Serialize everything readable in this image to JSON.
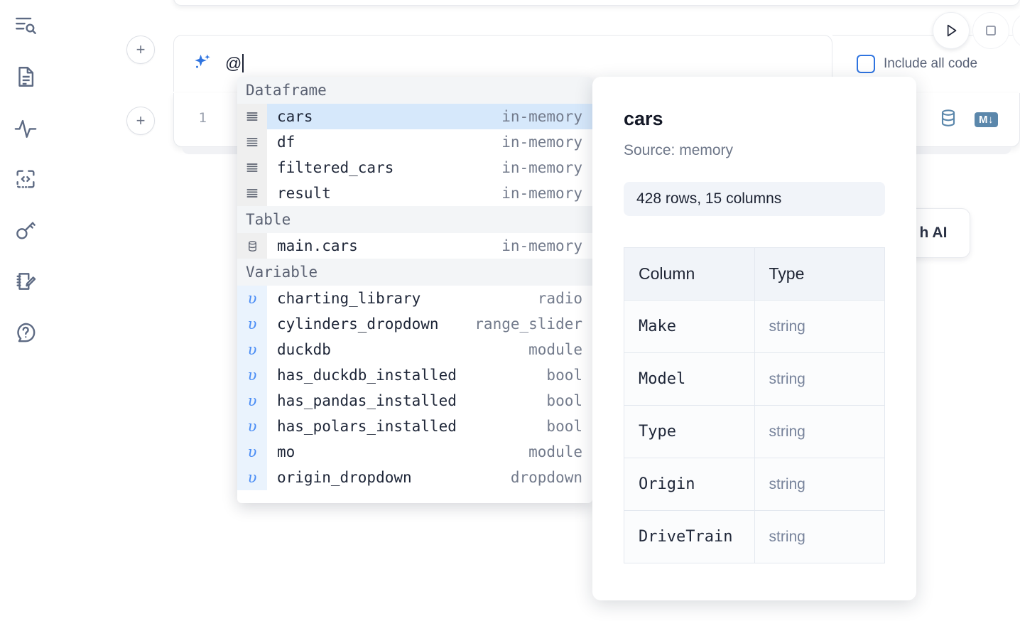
{
  "rail": {
    "items": [
      {
        "name": "explore-icon",
        "title": "Explore"
      },
      {
        "name": "document-icon",
        "title": "Notebook"
      },
      {
        "name": "activity-icon",
        "title": "Activity"
      },
      {
        "name": "code-icon",
        "title": "Snippets"
      },
      {
        "name": "key-icon",
        "title": "Secrets"
      },
      {
        "name": "scratchpad-icon",
        "title": "Scratchpad"
      },
      {
        "name": "help-icon",
        "title": "Help"
      }
    ]
  },
  "toolbar": {
    "run_label": "Run",
    "stop_label": "Stop",
    "include_all_code_label": "Include all code",
    "include_all_code_checked": false,
    "add_cell_label": "+"
  },
  "ai_prompt": {
    "value": "@",
    "icon": "sparkle-icon"
  },
  "cell": {
    "line_number": "1",
    "database_icon": "database-icon",
    "markdown_badge": "M↓"
  },
  "with_ai_button": {
    "label": "h AI"
  },
  "autocomplete": {
    "sections": [
      {
        "label": "Dataframe",
        "icon": "dataframe-icon",
        "gutter_style": "gray",
        "items": [
          {
            "name": "cars",
            "type": "in-memory",
            "selected": true
          },
          {
            "name": "df",
            "type": "in-memory",
            "selected": false
          },
          {
            "name": "filtered_cars",
            "type": "in-memory",
            "selected": false
          },
          {
            "name": "result",
            "type": "in-memory",
            "selected": false
          }
        ]
      },
      {
        "label": "Table",
        "icon": "table-icon",
        "gutter_style": "gray",
        "items": [
          {
            "name": "main.cars",
            "type": "in-memory",
            "selected": false
          }
        ]
      },
      {
        "label": "Variable",
        "icon": "variable-icon",
        "gutter_style": "blue",
        "items": [
          {
            "name": "charting_library",
            "type": "radio",
            "selected": false
          },
          {
            "name": "cylinders_dropdown",
            "type": "range_slider",
            "selected": false
          },
          {
            "name": "duckdb",
            "type": "module",
            "selected": false
          },
          {
            "name": "has_duckdb_installed",
            "type": "bool",
            "selected": false
          },
          {
            "name": "has_pandas_installed",
            "type": "bool",
            "selected": false
          },
          {
            "name": "has_polars_installed",
            "type": "bool",
            "selected": false
          },
          {
            "name": "mo",
            "type": "module",
            "selected": false
          },
          {
            "name": "origin_dropdown",
            "type": "dropdown",
            "selected": false
          }
        ]
      }
    ]
  },
  "info_panel": {
    "title": "cars",
    "source": "Source: memory",
    "shape": "428 rows, 15 columns",
    "columns_header": "Column",
    "type_header": "Type",
    "rows": [
      {
        "column": "Make",
        "type": "string"
      },
      {
        "column": "Model",
        "type": "string"
      },
      {
        "column": "Type",
        "type": "string"
      },
      {
        "column": "Origin",
        "type": "string"
      },
      {
        "column": "DriveTrain",
        "type": "string"
      }
    ]
  },
  "colors": {
    "accent_blue": "#2f74e0",
    "selected_row": "#d6e8fb",
    "steel": "#5b87ab",
    "muted_text": "#737b8c"
  }
}
